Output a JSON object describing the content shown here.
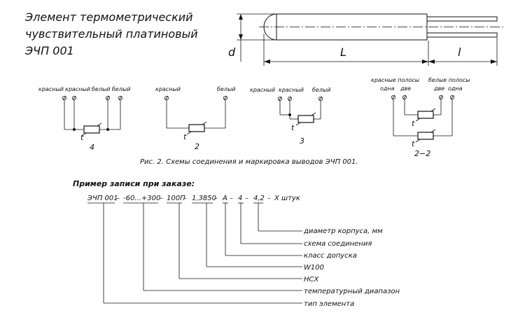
{
  "title": {
    "line1": "Элемент термометрический",
    "line2": "чувствительный платиновый",
    "line3": "ЭЧП 001"
  },
  "drawing": {
    "dim_d": "d",
    "dim_L": "L",
    "dim_l": "l"
  },
  "schemes": {
    "s4": {
      "leads": [
        "красный",
        "красный",
        "белый",
        "белый"
      ],
      "t": "t",
      "number": "4"
    },
    "s2": {
      "leads": [
        "красный",
        "белый"
      ],
      "t": "t",
      "number": "2"
    },
    "s3": {
      "leads": [
        "красный",
        "красный",
        "белый"
      ],
      "t": "t",
      "number": "3"
    },
    "s22": {
      "group_left": "красные полосы",
      "group_right": "белые полосы",
      "sub": [
        "одна",
        "две",
        "две",
        "одна"
      ],
      "t": "t",
      "number": "2−2"
    }
  },
  "caption": "Рис. 2. Схемы соединения и маркировка выводов ЭЧП 001.",
  "order": {
    "heading": "Пример записи при заказе:",
    "code_parts": [
      "ЭЧП 001",
      "–",
      "-60...+300",
      "–",
      "100П",
      "–",
      "1,3850",
      "–",
      "А",
      "–",
      "4",
      "–",
      "4,2",
      "–",
      "Х штук"
    ],
    "labels": [
      "диаметр корпуса, мм",
      "схема соединения",
      "класс допуска",
      "W100",
      "НСХ",
      "температурный диапазон",
      "тип элемента"
    ]
  }
}
